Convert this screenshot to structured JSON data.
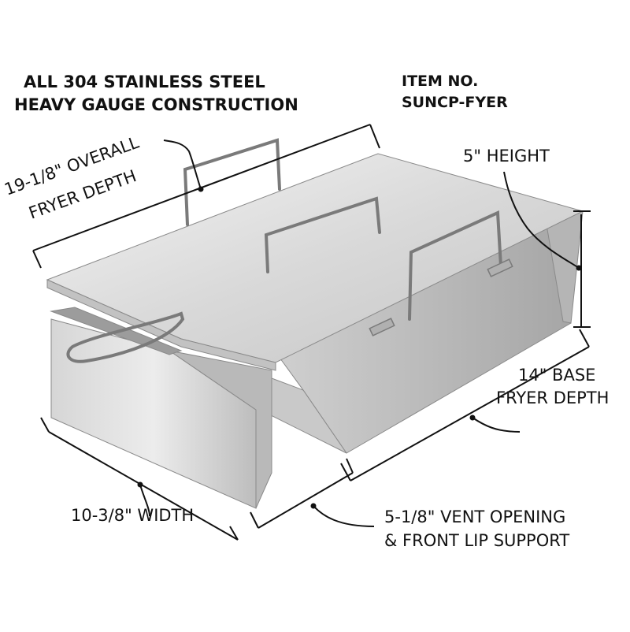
{
  "header": {
    "material_line1": "ALL 304 STAINLESS STEEL",
    "material_line2": "HEAVY GAUGE CONSTRUCTION",
    "item_label": "ITEM NO.",
    "item_number": "SUNCP-FYER"
  },
  "dimensions": {
    "overall_depth_line1": "19-1/8\" OVERALL",
    "overall_depth_line2": "FRYER DEPTH",
    "height": "5\" HEIGHT",
    "base_depth_line1": "14\" BASE",
    "base_depth_line2": "FRYER DEPTH",
    "width": "10-3/8\" WIDTH",
    "vent_line1": "5-1/8\" VENT OPENING",
    "vent_line2": "& FRONT LIP SUPPORT"
  },
  "colors": {
    "steel_light": "#e6e6e6",
    "steel_mid": "#cfcfcf",
    "steel_dark": "#a9a9a9",
    "line": "#111111"
  }
}
